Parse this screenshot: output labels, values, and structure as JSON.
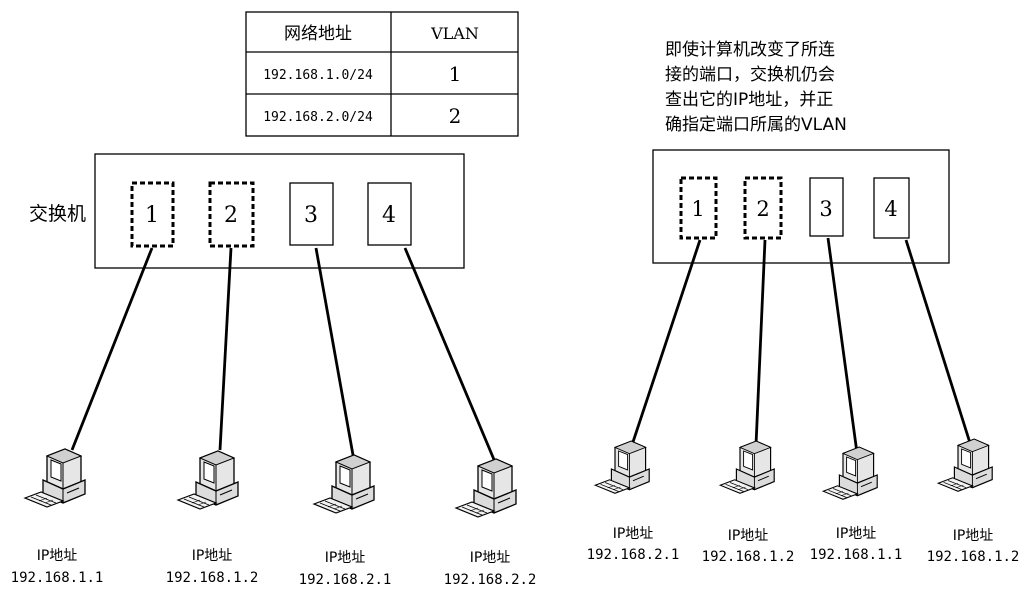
{
  "vlan_table": {
    "header": {
      "address": "网络地址",
      "vlan": "VLAN"
    },
    "rows": [
      {
        "address": "192.168.1.0/24",
        "vlan": "1"
      },
      {
        "address": "192.168.2.0/24",
        "vlan": "2"
      }
    ]
  },
  "left_switch": {
    "label": "交换机",
    "ports": [
      {
        "number": "1",
        "style": "dashed"
      },
      {
        "number": "2",
        "style": "dashed"
      },
      {
        "number": "3",
        "style": "solid"
      },
      {
        "number": "4",
        "style": "solid"
      }
    ],
    "computers": [
      {
        "label": "IP地址",
        "ip": "192.168.1.1",
        "port": "1"
      },
      {
        "label": "IP地址",
        "ip": "192.168.1.2",
        "port": "2"
      },
      {
        "label": "IP地址",
        "ip": "192.168.2.1",
        "port": "3"
      },
      {
        "label": "IP地址",
        "ip": "192.168.2.2",
        "port": "4"
      }
    ]
  },
  "right_switch": {
    "note_lines": [
      "即使计算机改变了所连",
      "接的端口，交换机仍会",
      "查出它的IP地址，并正",
      "确指定端口所属的VLAN"
    ],
    "ports": [
      {
        "number": "1",
        "style": "dashed"
      },
      {
        "number": "2",
        "style": "dashed"
      },
      {
        "number": "3",
        "style": "solid"
      },
      {
        "number": "4",
        "style": "solid"
      }
    ],
    "computers": [
      {
        "label": "IP地址",
        "ip": "192.168.2.1",
        "port": "1"
      },
      {
        "label": "IP地址",
        "ip": "192.168.1.2",
        "port": "2"
      },
      {
        "label": "IP地址",
        "ip": "192.168.1.1",
        "port": "3"
      },
      {
        "label": "IP地址",
        "ip": "192.168.1.2",
        "port": "4"
      }
    ]
  }
}
